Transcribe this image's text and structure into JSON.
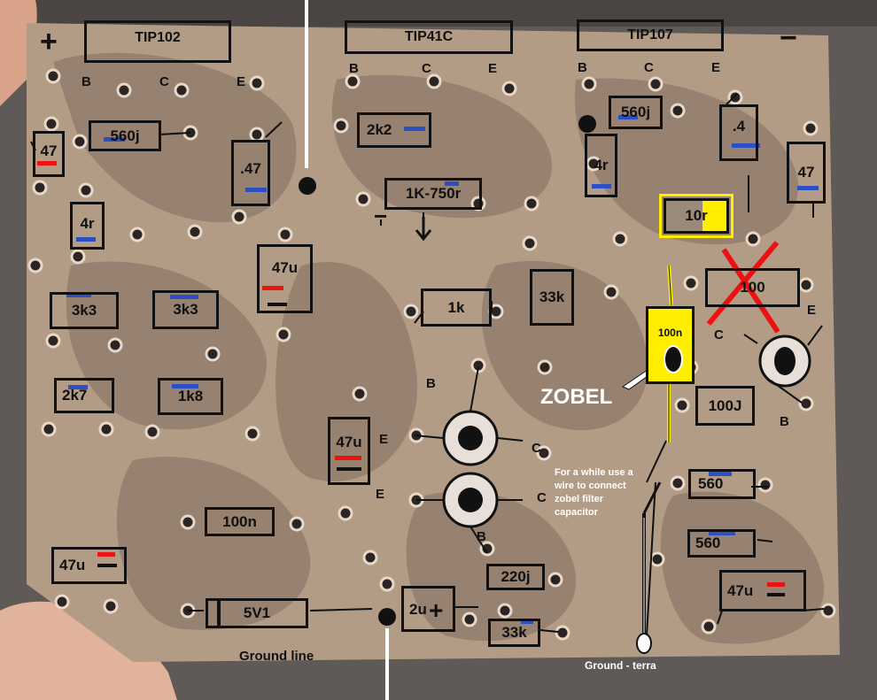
{
  "transistors": {
    "tip102": "TIP102",
    "tip41c": "TIP41C",
    "tip107": "TIP107"
  },
  "pins": {
    "b": "B",
    "c": "C",
    "e": "E"
  },
  "polarity": {
    "plus": "+",
    "minus": "−"
  },
  "components": {
    "c47_left": "47",
    "r560j_left": "560j",
    "r047": ".47",
    "r2k2": "2k2",
    "r1k750": "1K-750r",
    "r560j_right": "560j",
    "r04": ".4",
    "c47_right": "47",
    "r4r_left": "4r",
    "r4r_right": "4r",
    "r10r": "10r",
    "c47u_mid": "47u",
    "r3k3_a": "3k3",
    "r3k3_b": "3k3",
    "r1k": "1k",
    "r33k_mid": "33k",
    "r100_crossed": "100",
    "c100n_zobel": "100n",
    "r2k7": "2k7",
    "r1k8": "1k8",
    "c100j": "100J",
    "c47u_center": "47u",
    "c560_a": "560",
    "c100n_bottom": "100n",
    "c560_b": "560",
    "c47u_bl": "47u",
    "r220j": "220j",
    "c47u_br": "47u",
    "z5v1": "5V1",
    "c2u": "2u",
    "r33k_bottom": "33k"
  },
  "annotations": {
    "zobel": "ZOBEL",
    "note": "For a while use a wire to connect zobel filter capacitor",
    "ground_line": "Ground line",
    "ground_terra": "Ground - terra"
  },
  "colors": {
    "board": "#b49a80",
    "trace": "#8f7868",
    "mark_red": "#e11",
    "mark_blue": "#2c4fc6",
    "zobel_yellow": "#ffee00"
  }
}
